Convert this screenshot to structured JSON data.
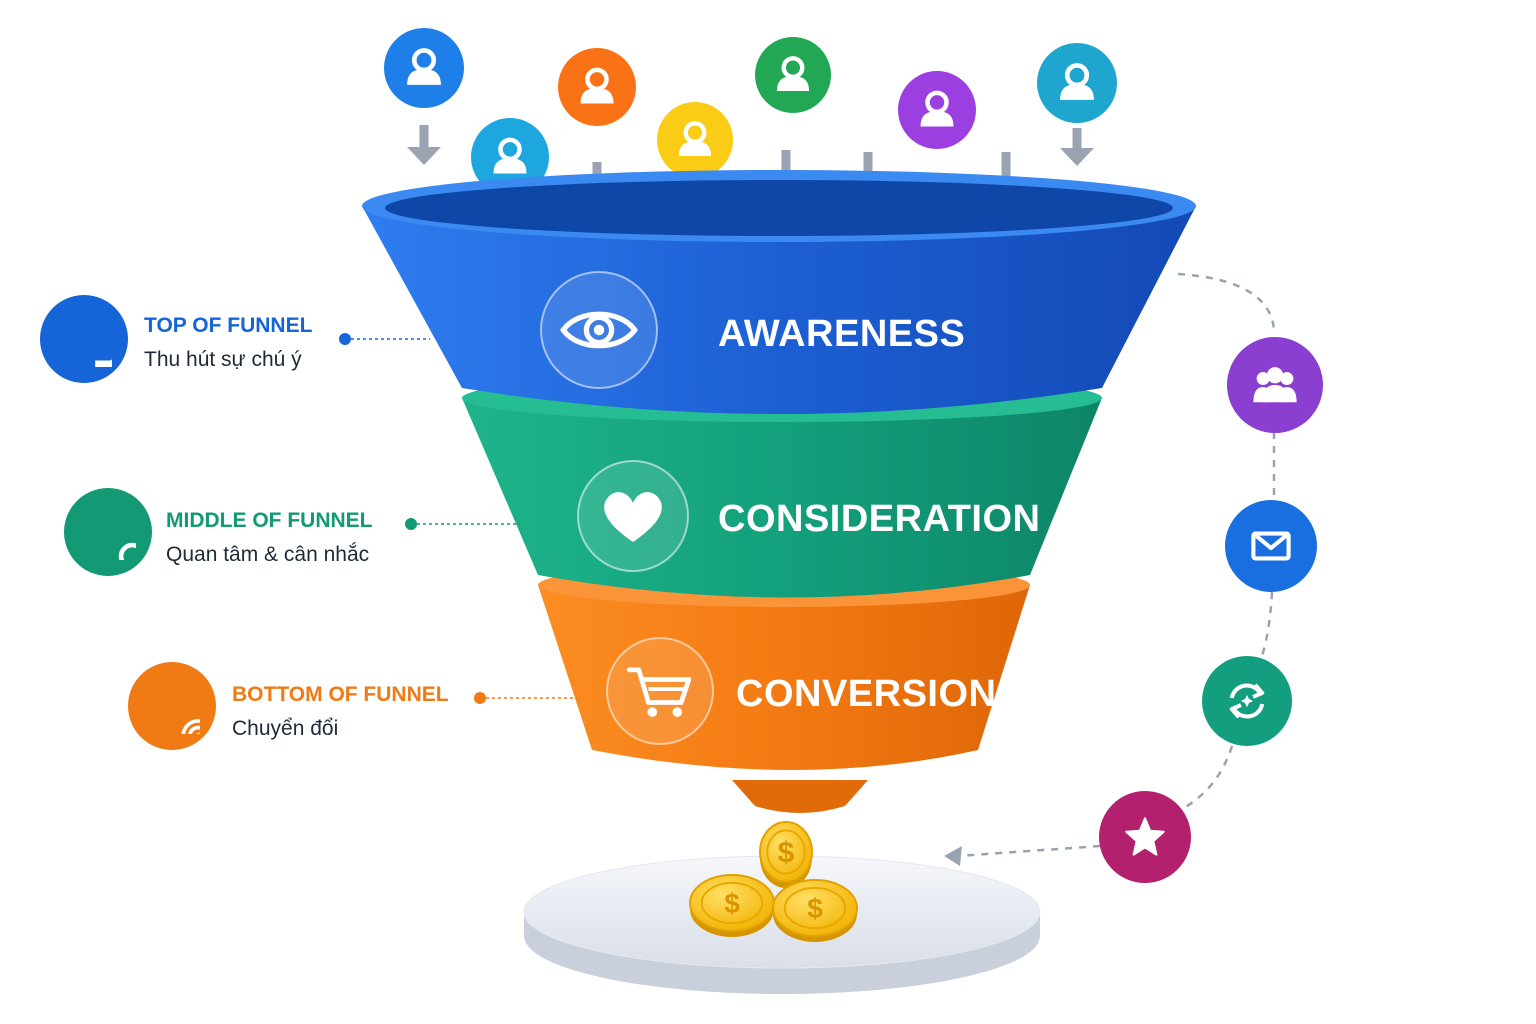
{
  "stages": [
    {
      "label": "AWARENESS",
      "icon": "eye-icon",
      "color": "#1e63d6"
    },
    {
      "label": "CONSIDERATION",
      "icon": "heart-icon",
      "color": "#14a37f"
    },
    {
      "label": "CONVERSION",
      "icon": "shopping-cart-icon",
      "color": "#f07a14"
    }
  ],
  "legend": [
    {
      "title": "TOP OF FUNNEL",
      "subtitle": "Thu hút sự chú ý",
      "icon": "megaphone-icon",
      "color": "#1565d8"
    },
    {
      "title": "MIDDLE OF FUNNEL",
      "subtitle": "Quan tâm & cân nhắc",
      "icon": "search-icon",
      "color": "#139a74"
    },
    {
      "title": "BOTTOM OF FUNNEL",
      "subtitle": "Chuyển đổi",
      "icon": "target-icon",
      "color": "#f07a14"
    }
  ],
  "audience": {
    "icon": "user-icon",
    "colors": [
      "#1f7fe8",
      "#1ea6df",
      "#f97316",
      "#facc15",
      "#22a855",
      "#9b3fe0",
      "#1ea6cf"
    ]
  },
  "loyalty_cycle": [
    {
      "icon": "users-icon",
      "color": "#8a3fd1"
    },
    {
      "icon": "mail-icon",
      "color": "#1a6fe0"
    },
    {
      "icon": "refresh-icon",
      "color": "#149e80"
    },
    {
      "icon": "star-icon",
      "color": "#b2206e"
    }
  ],
  "result": {
    "icon": "coin-icon",
    "color": "#f5b800",
    "symbol": "$"
  }
}
